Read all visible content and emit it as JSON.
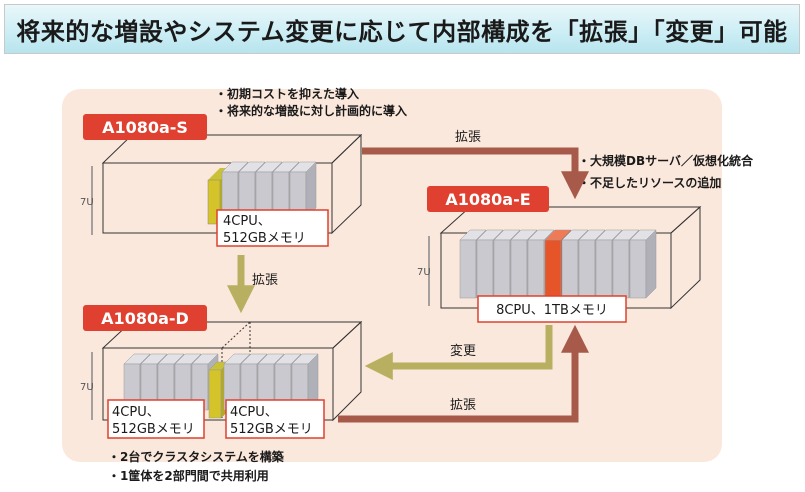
{
  "title": "将来的な増設やシステム変更に応じて内部構成を「拡張」「変更」可能",
  "server_s": {
    "name": "A1080a-S",
    "height": "7U",
    "spec_line1": "4CPU、",
    "spec_line2": "512GBメモリ",
    "notes": [
      "・初期コストを抑えた導入",
      "・将来的な増設に対し計画的に導入"
    ]
  },
  "server_e": {
    "name": "A1080a-E",
    "height": "7U",
    "spec": "8CPU、1TBメモリ",
    "notes": [
      "・大規模DBサーバ／仮想化統合",
      "・不足したリソースの追加"
    ]
  },
  "server_d": {
    "name": "A1080a-D",
    "height": "7U",
    "left_spec_line1": "4CPU、",
    "left_spec_line2": "512GBメモリ",
    "right_spec_line1": "4CPU、",
    "right_spec_line2": "512GBメモリ",
    "notes": [
      "・2台でクラスタシステムを構築",
      "・1筐体を2部門間で共用利用"
    ]
  },
  "arrows": {
    "s_to_e": "拡張",
    "s_to_d": "拡張",
    "e_to_d": "変更",
    "d_to_e": "拡張"
  },
  "colors": {
    "tag_red": "#e0402f",
    "arrow_brown": "#a85a4a",
    "arrow_olive": "#b8b060",
    "blade_gray": "#c9c9cf",
    "blade_yellow": "#d4c42a",
    "blade_orange": "#e6552a",
    "panel_bg": "#fbe8dd"
  }
}
